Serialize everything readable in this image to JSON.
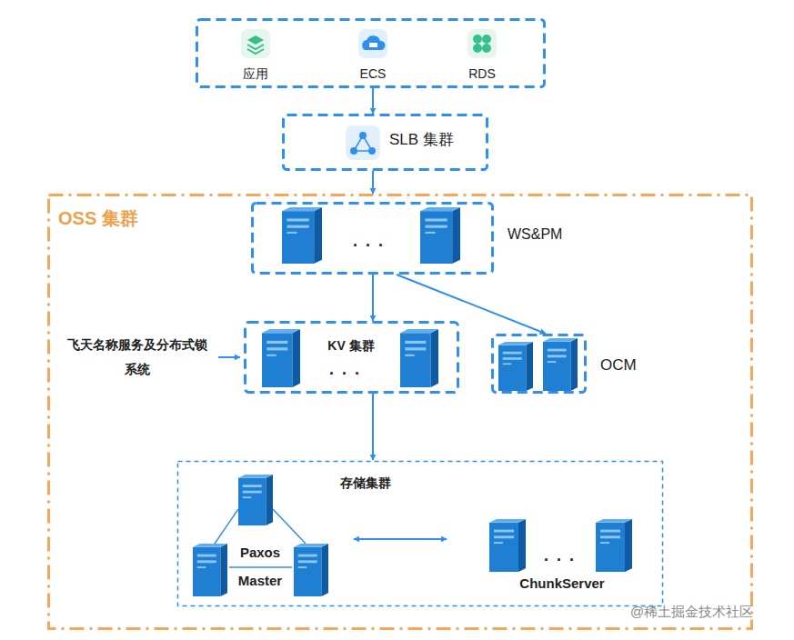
{
  "diagram": {
    "nodes": [
      {
        "text": []
      },
      {
        "text": [
          "应用"
        ],
        "in": 0
      },
      {
        "text": [
          "ECS"
        ],
        "in": 0
      },
      {
        "text": [
          "RDS"
        ],
        "in": 0
      },
      {
        "text": [
          "SLB 集群"
        ]
      },
      {
        "text": [
          "OSS 集群"
        ]
      },
      {
        "text": [
          "WS&PM"
        ],
        "in": 5
      },
      {
        "text": [
          "飞天名称服务及分布式锁系统"
        ],
        "in": 5
      },
      {
        "text": [
          "KV 集群"
        ],
        "in": 5
      },
      {
        "text": [
          "OCM"
        ],
        "in": 5
      },
      {
        "text": [
          "存储集群"
        ],
        "in": 5
      },
      {
        "text": [
          "Paxos",
          "Master"
        ],
        "in": 10
      },
      {
        "text": [
          "ChunkServer"
        ],
        "in": 10
      }
    ],
    "edges": [
      {
        "from": 0,
        "to": 4,
        "arrow": "to"
      },
      {
        "from": 4,
        "to": 5,
        "arrow": "to"
      },
      {
        "from": 6,
        "to": 8,
        "arrow": "to"
      },
      {
        "from": 6,
        "to": 9,
        "arrow": "to"
      },
      {
        "from": 7,
        "to": 8,
        "arrow": "to"
      },
      {
        "from": 8,
        "to": 10,
        "arrow": "to"
      },
      {
        "from": 11,
        "to": 12,
        "arrow": "both"
      }
    ],
    "labels": [
      ". . .",
      ". . .",
      ". . .",
      "@稀土掘金技术社区"
    ]
  }
}
